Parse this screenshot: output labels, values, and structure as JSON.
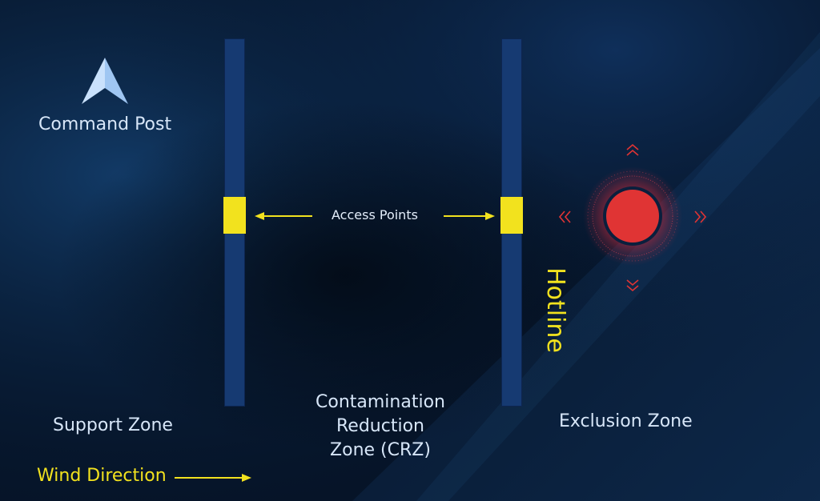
{
  "labels": {
    "command_post": "Command Post",
    "access_points": "Access Points",
    "hotline": "Hotline",
    "support_zone": "Support Zone",
    "crz_line1": "Contamination",
    "crz_line2": "Reduction",
    "crz_line3": "Zone (CRZ)",
    "exclusion_zone": "Exclusion Zone",
    "wind_direction": "Wind Direction"
  },
  "colors": {
    "background": "#061428",
    "zone_bar": "#163a72",
    "access_point": "#f2e21e",
    "hotline_text": "#f2e21e",
    "wind_text": "#f2e21e",
    "hazard_fill": "#e03434",
    "hazard_glow": "#c0283a",
    "command_post_icon": "#b9d8fb",
    "label_text": "#d7e6f8"
  },
  "icons": {
    "command_post": "arrowhead-icon",
    "hazard": "hazard-source-icon",
    "spread_arrows": "double-chevron-icon"
  }
}
